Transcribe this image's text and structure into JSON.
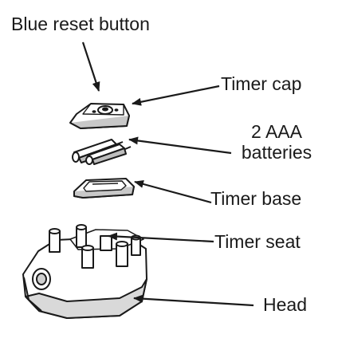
{
  "labels": {
    "blue_reset_button": "Blue reset button",
    "timer_cap": "Timer cap",
    "batteries_line1": "2 AAA",
    "batteries_line2": "batteries",
    "timer_base": "Timer base",
    "timer_seat": "Timer seat",
    "head": "Head"
  }
}
